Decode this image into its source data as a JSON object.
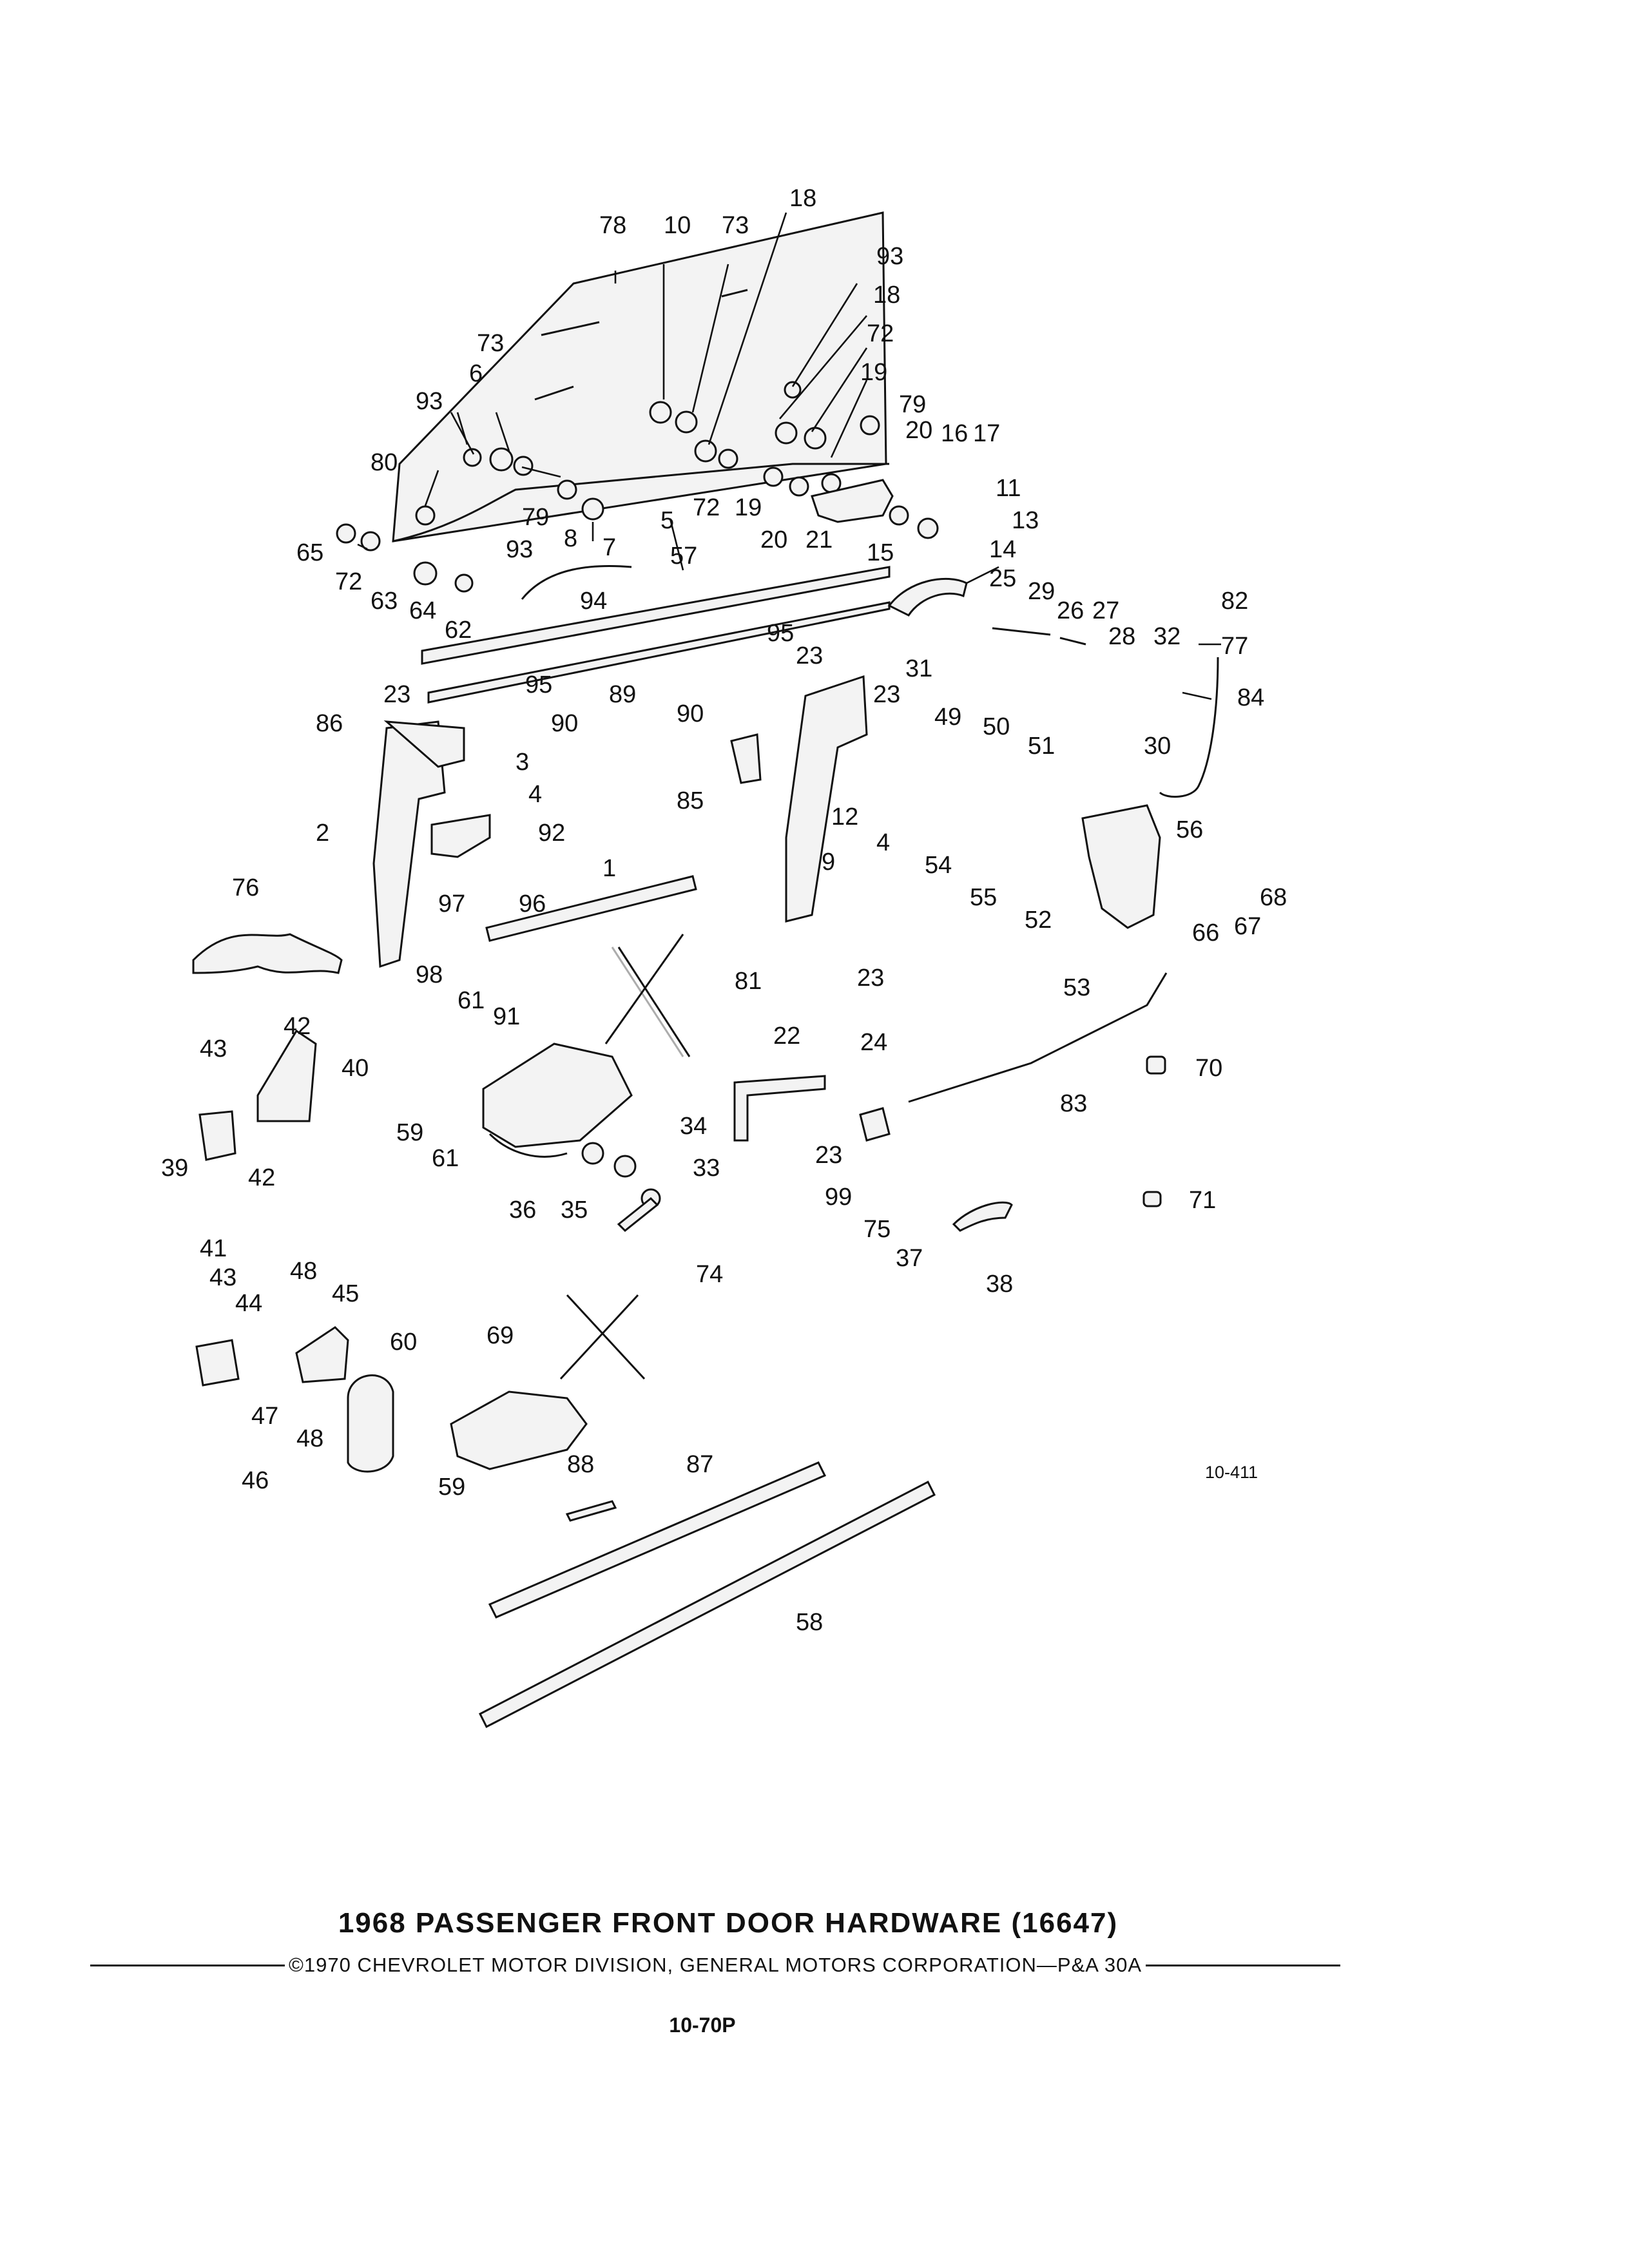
{
  "callouts": [
    "1",
    "2",
    "3",
    "4",
    "5",
    "6",
    "7",
    "8",
    "9",
    "10",
    "11",
    "12",
    "13",
    "14",
    "15",
    "16",
    "17",
    "18",
    "19",
    "20",
    "21",
    "22",
    "23",
    "24",
    "25",
    "26",
    "27",
    "28",
    "29",
    "30",
    "31",
    "32",
    "33",
    "34",
    "35",
    "36",
    "37",
    "38",
    "39",
    "40",
    "41",
    "42",
    "43",
    "44",
    "45",
    "46",
    "47",
    "48",
    "49",
    "50",
    "51",
    "52",
    "53",
    "54",
    "55",
    "56",
    "57",
    "58",
    "59",
    "60",
    "61",
    "62",
    "63",
    "64",
    "65",
    "66",
    "67",
    "68",
    "69",
    "70",
    "71",
    "72",
    "73",
    "74",
    "75",
    "76",
    "77",
    "78",
    "79",
    "80",
    "81",
    "82",
    "83",
    "84",
    "85",
    "86",
    "87",
    "88",
    "89",
    "90",
    "91",
    "92",
    "93",
    "94",
    "95",
    "96",
    "97",
    "98",
    "99"
  ],
  "drawing_number": "10-411",
  "title": "1968 PASSENGER FRONT DOOR HARDWARE (16647)",
  "copyright": "©1970 CHEVROLET MOTOR DIVISION, GENERAL MOTORS CORPORATION—P&A 30A",
  "page_code": "10-70P"
}
